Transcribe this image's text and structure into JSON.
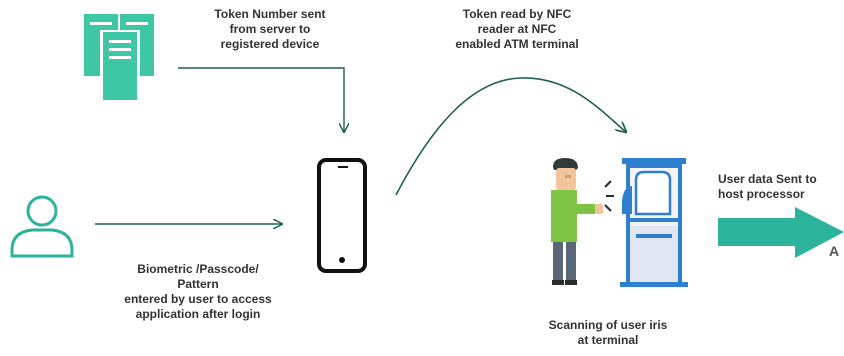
{
  "labels": {
    "token_sent": [
      "Token Number sent",
      "from server to",
      "registered device"
    ],
    "nfc_read": [
      "Token read by NFC",
      "reader at  NFC",
      "enabled ATM terminal"
    ],
    "biometric": [
      "Biometric /Passcode/",
      "Pattern",
      "entered by user to access",
      "application after login"
    ],
    "iris": [
      "Scanning of user iris",
      "at terminal"
    ],
    "user_data": [
      "User data  Sent to",
      "host processor"
    ],
    "cut_text": "A"
  },
  "colors": {
    "teal": "#2bb39b",
    "dark_teal": "#1f5f55",
    "server_green": "#3ec7a4",
    "atm_blue": "#2f7fd0",
    "phone_black": "#111111"
  },
  "icons": {
    "server": "server-icon",
    "user": "user-icon",
    "phone": "smartphone-icon",
    "person": "person-scanning-icon",
    "atm": "atm-terminal-icon",
    "arrow": "block-arrow-icon"
  }
}
